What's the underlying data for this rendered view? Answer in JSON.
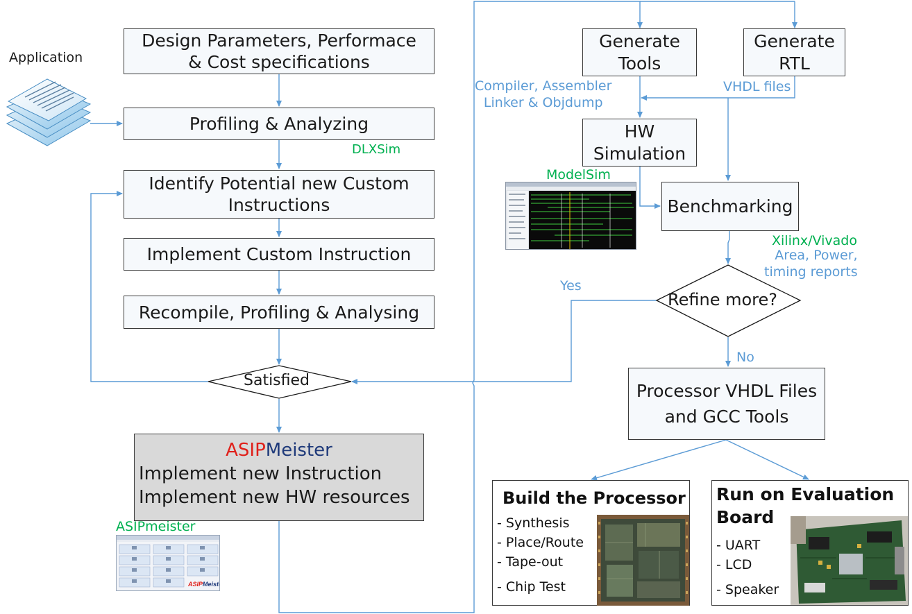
{
  "left_flow": {
    "design_params": [
      "Design Parameters, Performace",
      "& Cost specifications"
    ],
    "application_label": "Application",
    "profiling": "Profiling & Analyzing",
    "dlxsim": "DLXSim",
    "identify": [
      "Identify Potential new Custom",
      "Instructions"
    ],
    "implement_ci": "Implement Custom Instruction",
    "recompile": "Recompile, Profiling & Analysing",
    "satisfied": "Satisfied",
    "asipmeister_box": {
      "title_red": "ASIP",
      "title_blue": "Meister",
      "line1": "Implement new Instruction",
      "line2": "Implement new HW resources"
    },
    "asipmeister_tool": "ASIPmeister",
    "asipmeister_logo_red": "ASIP",
    "asipmeister_logo_blue": "Meister"
  },
  "right_flow": {
    "generate_tools": [
      "Generate",
      "Tools"
    ],
    "generate_rtl": [
      "Generate",
      "RTL"
    ],
    "compiler_note": [
      "Compiler, Assembler",
      "Linker & Objdump"
    ],
    "vhdl_files": "VHDL files",
    "hw_simulation": [
      "HW",
      "Simulation"
    ],
    "modelsim": "ModelSim",
    "benchmarking": "Benchmarking",
    "xilinx": "Xilinx/Vivado",
    "reports": [
      "Area, Power,",
      "timing reports"
    ],
    "refine": "Refine more?",
    "yes": "Yes",
    "no": "No",
    "processor_files": [
      "Processor VHDL Files",
      "and GCC Tools"
    ]
  },
  "build_processor": {
    "title": "Build the Processor",
    "items": [
      "- Synthesis",
      "- Place/Route",
      "- Tape-out",
      "- Chip Test"
    ]
  },
  "evaluation_board": {
    "title": [
      "Run on Evaluation",
      "Board"
    ],
    "items": [
      "- UART",
      "- LCD",
      "- Speaker"
    ]
  },
  "colors": {
    "arrow": "#5b9bd5",
    "box_border": "#3a3a3a",
    "tool_label": "#00b050",
    "asip_red": "#e0201a",
    "meister_navy": "#1f3a7a"
  }
}
